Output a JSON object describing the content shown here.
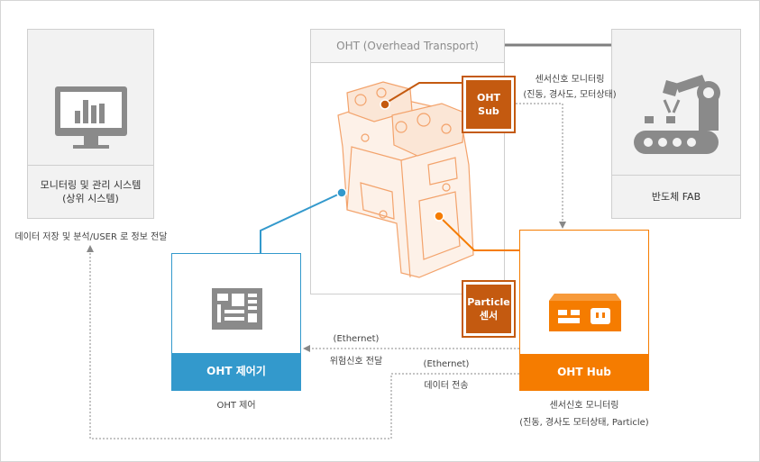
{
  "monitor_system": {
    "label_line1": "모니터링 및 관리 시스템",
    "label_line2": "(상위 시스템)",
    "caption": "데이터 저장 및 분석/USER 로 정보 전달",
    "icon": "monitor-chart-icon"
  },
  "oht": {
    "title": "OHT (Overhead Transport)",
    "sub_tag_line1": "OHT",
    "sub_tag_line2": "Sub",
    "particle_tag_line1": "Particle",
    "particle_tag_line2": "센서"
  },
  "fab": {
    "label": "반도체 FAB",
    "icon": "robot-arm-conveyor-icon"
  },
  "controller": {
    "label": "OHT 제어기",
    "caption": "OHT 제어",
    "icon": "circuit-board-icon"
  },
  "hub": {
    "label": "OHT Hub",
    "caption_line1": "센서신호  모니터링",
    "caption_line2": "(진동, 경사도 모터상태,  Particle)",
    "icon": "hub-box-icon"
  },
  "connections": {
    "sensor_monitoring_line1": "센서신호 모니터링",
    "sensor_monitoring_line2": "(진동, 경사도, 모터상태)",
    "ethernet_top": "(Ethernet)",
    "danger_signal": "위험신호 전달",
    "ethernet_bottom": "(Ethernet)",
    "data_transfer": "데이터 전송"
  },
  "colors": {
    "orange": "#f57c00",
    "dark_orange": "#c45a10",
    "blue": "#3399cc",
    "gray": "#8c8c8c"
  }
}
